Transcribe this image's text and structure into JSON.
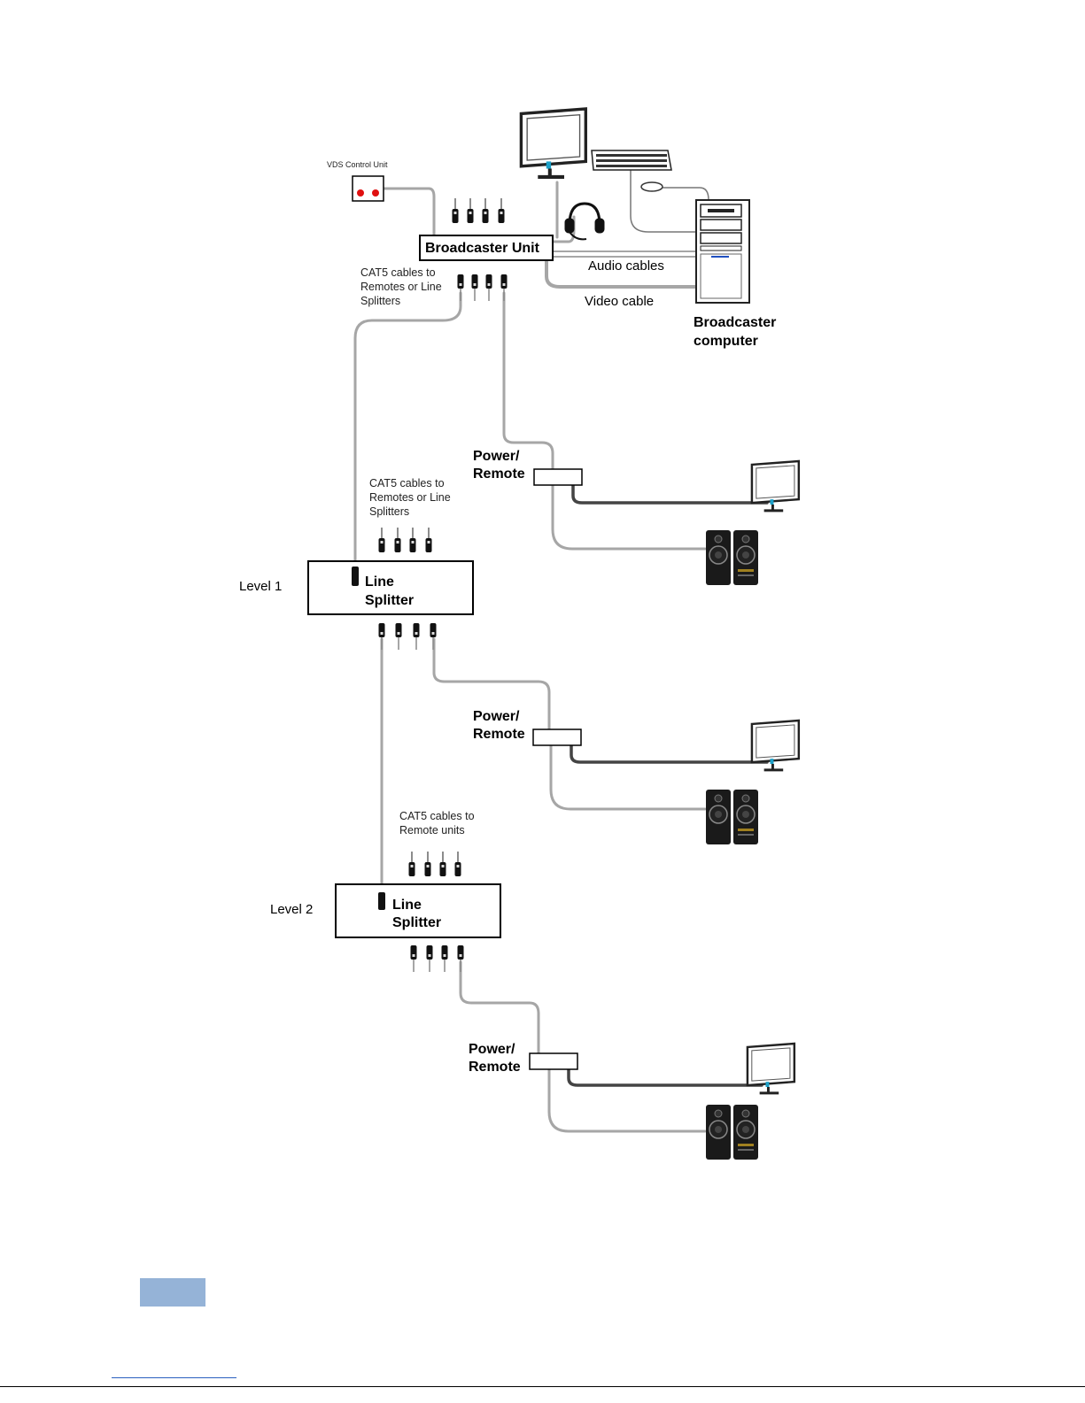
{
  "labels": {
    "vds_control_unit": "VDS Control Unit",
    "broadcaster_unit": "Broadcaster Unit",
    "audio_cables": "Audio cables",
    "video_cable": "Video cable",
    "broadcaster_computer_line1": "Broadcaster",
    "broadcaster_computer_line2": "computer",
    "cat5_top_line1": "CAT5 cables to",
    "cat5_top_line2": "Remotes or Line",
    "cat5_top_line3": "Splitters",
    "cat5_l1_line1": "CAT5 cables to",
    "cat5_l1_line2": "Remotes or Line",
    "cat5_l1_line3": "Splitters",
    "cat5_l2_line1": "CAT5 cables to",
    "cat5_l2_line2": "Remote units",
    "level1": "Level 1",
    "level2": "Level 2",
    "line_splitter_line1": "Line",
    "line_splitter_line2": "Splitter",
    "power_remote_line1": "Power/",
    "power_remote_line2": "Remote"
  },
  "colors": {
    "cable": "#a6a6a6",
    "cable_dark": "#444444",
    "box_border": "#000000",
    "red_button": "#e01010",
    "monitor_screen_accent": "#1ba0c8",
    "footer_accent": "#95b3d7"
  },
  "icons": [
    "monitor-icon",
    "keyboard-icon",
    "mouse-icon",
    "headset-icon",
    "tower-computer-icon",
    "speakers-icon",
    "rj45-connector-icon"
  ]
}
